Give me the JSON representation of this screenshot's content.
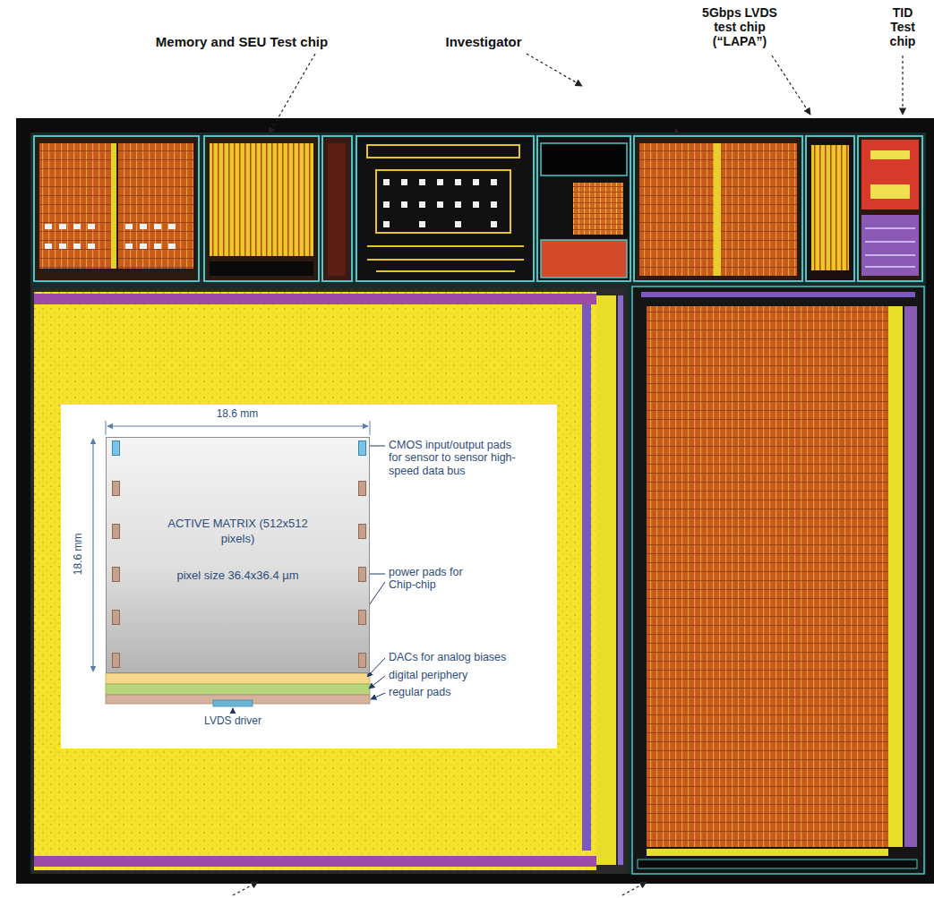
{
  "diagram": {
    "nodes": [
      {
        "text": [
          "ACTIVE MATRIX (512x512 pixels)",
          "pixel size 36.4x36.4 µm"
        ]
      }
    ],
    "labels": [
      "Memory and SEU Test chip",
      "Investigator",
      "5Gbps LVDS test chip (“LAPA”)",
      "TID Test chip",
      "18.6 mm",
      "18.6 mm",
      "CMOS input/output pads for sensor to sensor high-speed data bus",
      "power pads for Chip-chip",
      "DACs for analog biases",
      "digital periphery",
      "regular pads",
      "LVDS driver"
    ]
  }
}
